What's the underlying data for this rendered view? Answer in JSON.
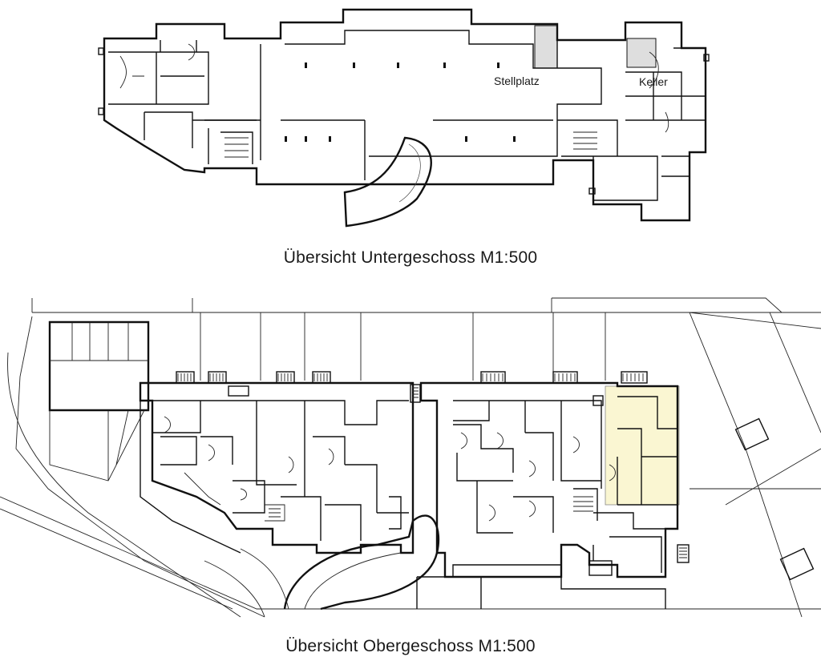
{
  "plans": {
    "basement": {
      "title": "Übersicht Untergeschoss M1:500",
      "labels": {
        "parking": "Stellplatz",
        "cellar": "Keller"
      }
    },
    "upper": {
      "title": "Übersicht Obergeschoss M1:500"
    }
  },
  "colors": {
    "highlight_unit": "#faf6d2",
    "shaded_area": "#dedede",
    "lines": "#111111",
    "background": "#ffffff"
  }
}
